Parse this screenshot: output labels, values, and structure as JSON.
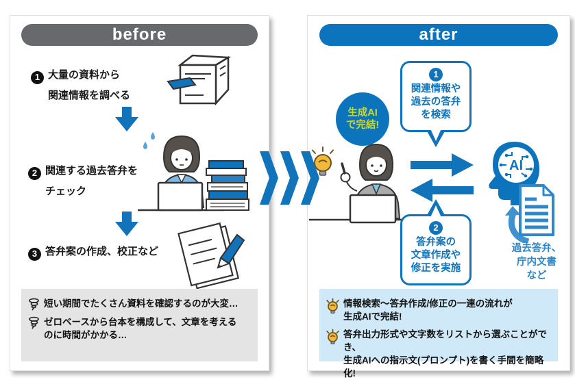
{
  "colors": {
    "before_header_bg": "#67696c",
    "after_header_bg": "#0c74bc",
    "accent_blue": "#1173b9",
    "doc_blue": "#2f87c9",
    "badge_text_green": "#c9da2b",
    "pain_box_bg": "#e4e4e5",
    "benefit_box_bg": "#cfe9f8"
  },
  "before": {
    "title": "before",
    "steps": [
      {
        "num": "1",
        "lines": [
          "大量の資料から",
          "関連情報を調べる"
        ],
        "icon": "copier-icon"
      },
      {
        "num": "2",
        "lines": [
          "関連する過去答弁を",
          "チェック"
        ],
        "icon": "worker-with-books-icon"
      },
      {
        "num": "3",
        "lines": [
          "答弁案の作成、校正など"
        ],
        "icon": "draft-paper-pencil-icon"
      }
    ],
    "pain_points": [
      {
        "icon": "tornado-icon",
        "lines": [
          "短い期間でたくさん資料を確認するのが大変…"
        ]
      },
      {
        "icon": "tornado-icon",
        "lines": [
          "ゼロベースから台本を構成して、文章を考える",
          "のに時間がかかる…"
        ]
      }
    ]
  },
  "divider": {
    "icon": "triple-chevron-right-icon"
  },
  "after": {
    "title": "after",
    "badge": {
      "lines": [
        "生成AI",
        "で完結!"
      ]
    },
    "bubbles": [
      {
        "num": "1",
        "lines": [
          "関連情報や",
          "過去の答弁",
          "を検索"
        ]
      },
      {
        "num": "2",
        "lines": [
          "答弁案の",
          "文章作成や",
          "修正を実施"
        ]
      }
    ],
    "ai_head": {
      "label": "AI",
      "icon": "ai-brain-head-icon"
    },
    "doc_caption_lines": [
      "過去答弁、",
      "庁内文書",
      "など"
    ],
    "benefits": [
      {
        "icon": "lightbulb-icon",
        "lines": [
          "情報検索〜答弁作成/修正の一連の流れが",
          "生成AIで完結!"
        ]
      },
      {
        "icon": "lightbulb-icon",
        "lines": [
          "答弁出力形式や文字数をリストから選ぶことができ、",
          "生成AIへの指示文(プロンプト)を書く手間を簡略化!"
        ]
      }
    ]
  }
}
